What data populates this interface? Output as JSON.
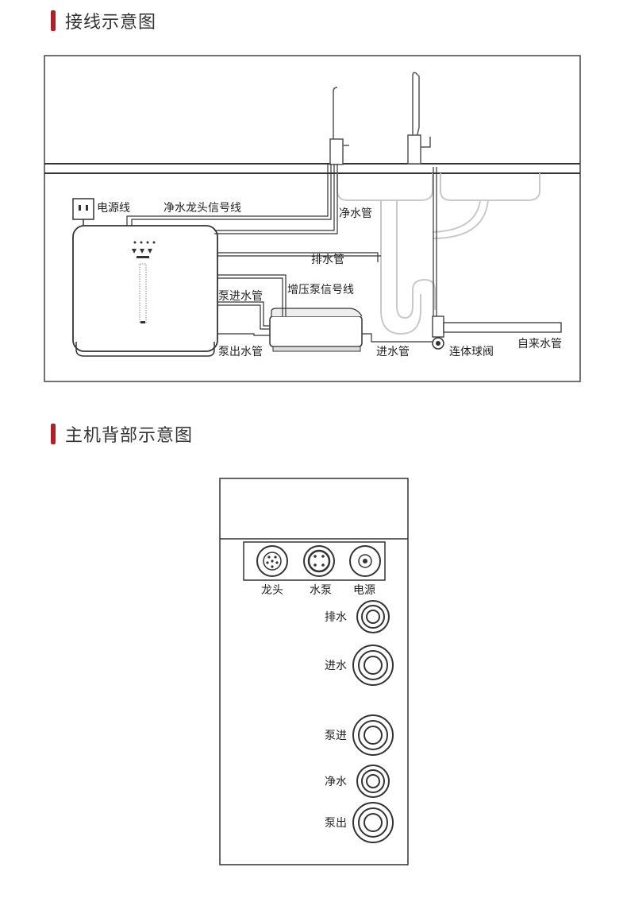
{
  "section1": {
    "title": "接线示意图",
    "labels": {
      "power_cord": "电源线",
      "faucet_signal": "净水龙头信号线",
      "pure_water_pipe": "净水管",
      "drain_pipe": "排水管",
      "pump_inlet_pipe": "泵进水管",
      "booster_pump_signal": "增压泵信号线",
      "pump_outlet_pipe": "泵出水管",
      "inlet_pipe": "进水管",
      "ball_valve": "连体球阀",
      "tap_water_pipe": "自来水管"
    }
  },
  "section2": {
    "title": "主机背部示意图",
    "ports_top": [
      "龙头",
      "水泵",
      "电源"
    ],
    "ports_side": [
      "排水",
      "进水",
      "泵进",
      "净水",
      "泵出"
    ]
  },
  "colors": {
    "accent": "#b0202a",
    "line": "#333333",
    "faint": "#cfcfcf"
  }
}
